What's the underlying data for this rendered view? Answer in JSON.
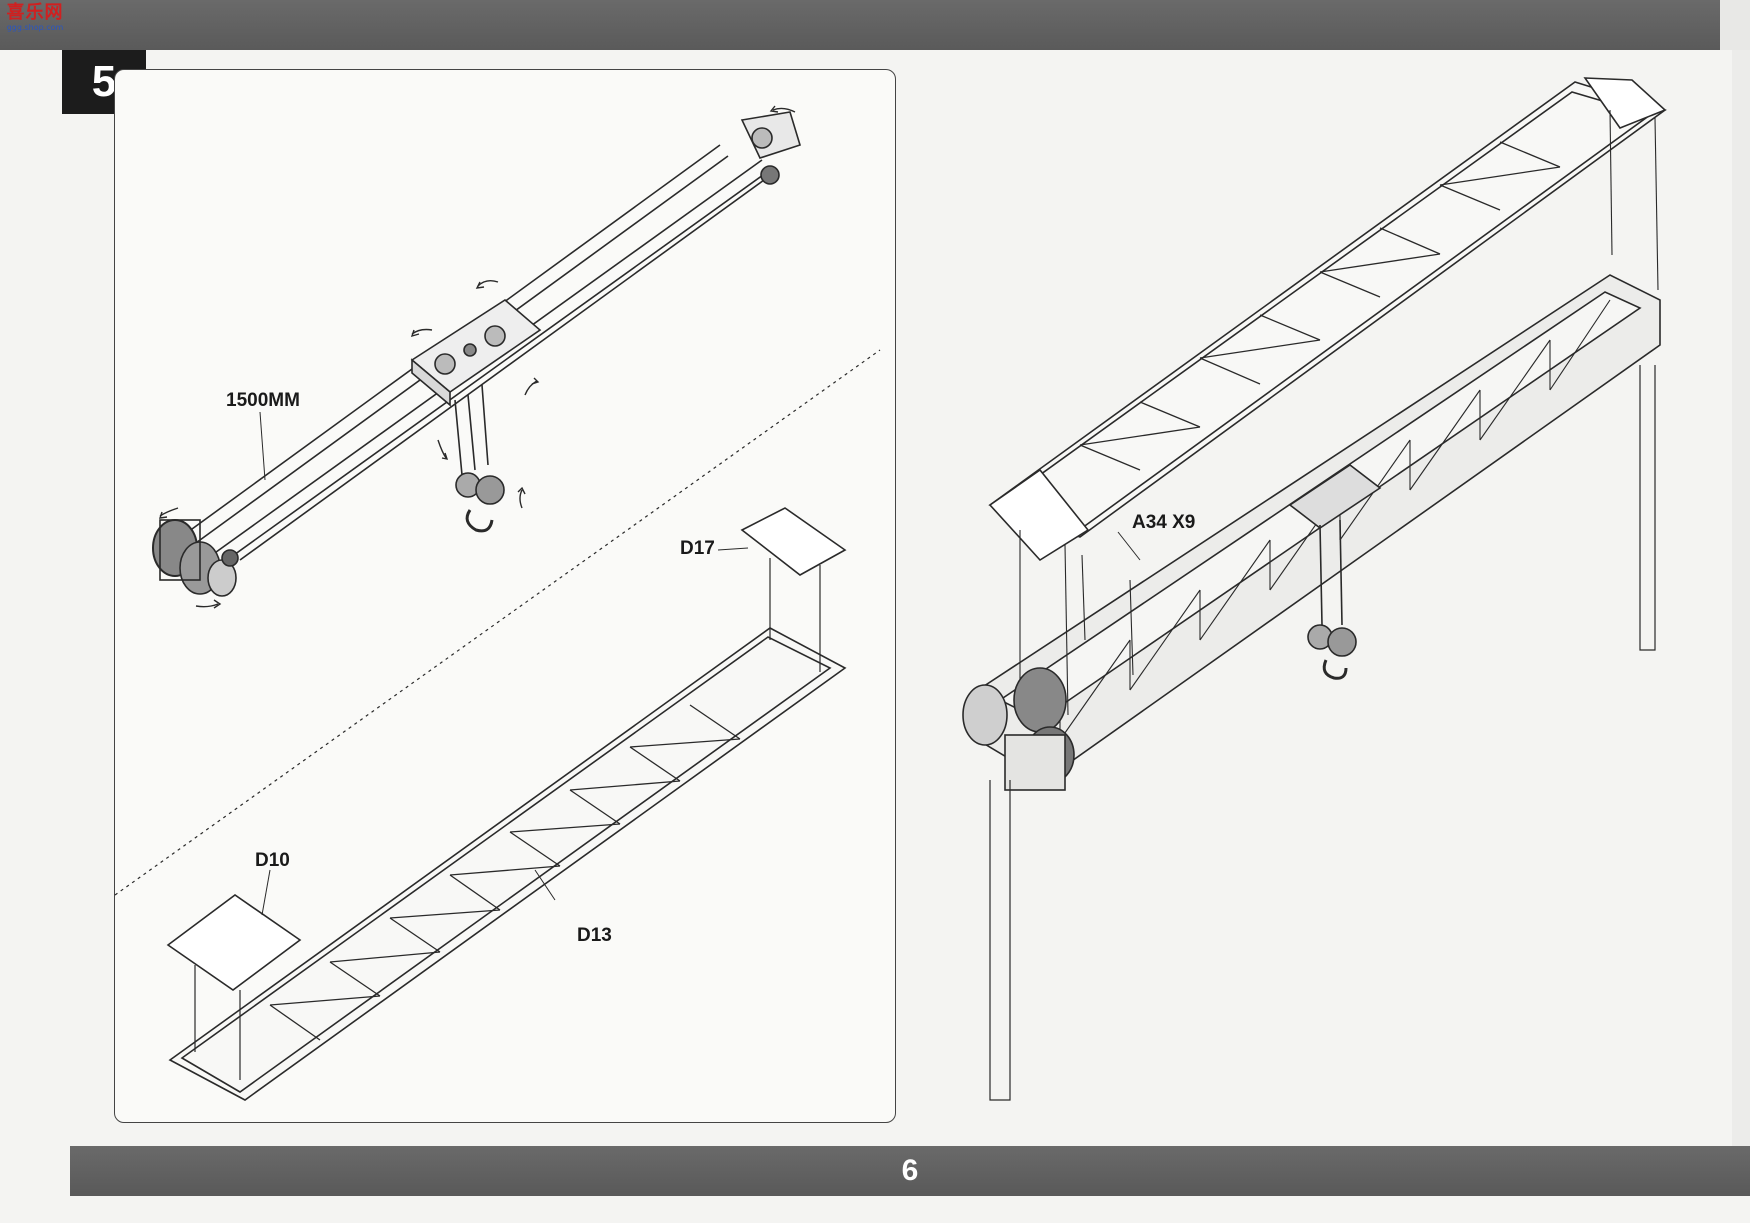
{
  "header": {
    "watermark_main": "喜乐网",
    "watermark_sub": "ggg.shop.com"
  },
  "step": {
    "number": "5"
  },
  "labels": {
    "rope_length": "1500MM",
    "part_d17": "D17",
    "part_d10": "D10",
    "part_d13": "D13",
    "part_a34": "A34 X9"
  },
  "footer": {
    "page_number": "6"
  },
  "colors": {
    "bar": "#5f5f5f",
    "badge": "#1c1c1c",
    "line": "#2a2a2a"
  },
  "icons": [
    "rotation-arrow-icon",
    "winch-drum-icon",
    "hook-block-icon"
  ]
}
